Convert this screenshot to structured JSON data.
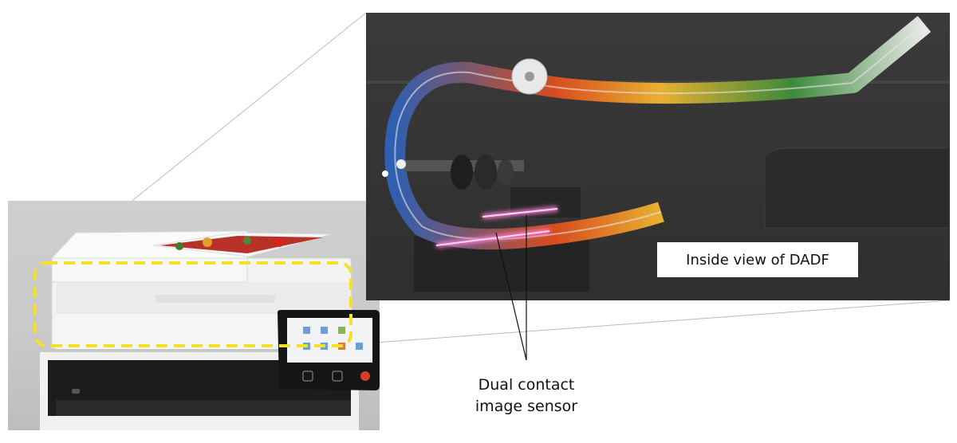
{
  "labels": {
    "inset_caption": "Inside view of DADF",
    "sensor_line1": "Dual contact",
    "sensor_line2": "image sensor"
  },
  "colors": {
    "highlight_dash": "#f2e12b",
    "sensor_glow": "#ff7bd6",
    "inset_background": "#333333"
  }
}
